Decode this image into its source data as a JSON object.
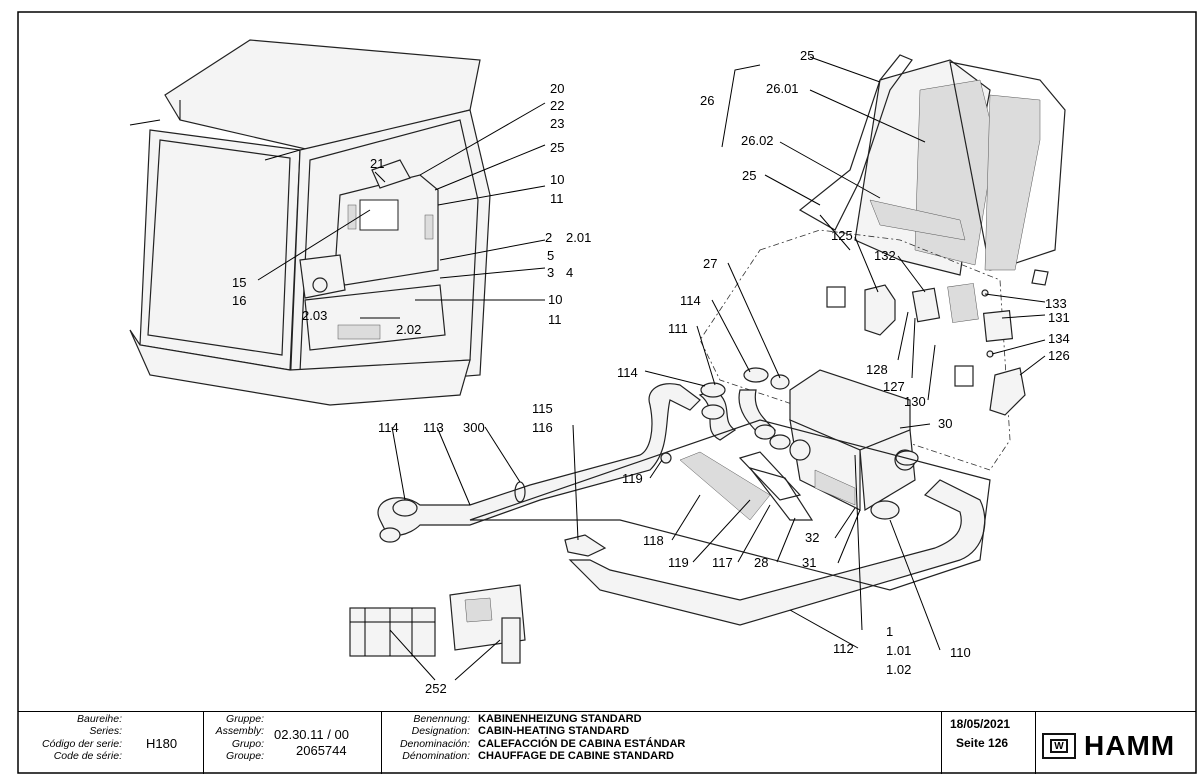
{
  "callouts": {
    "c20": "20",
    "c22": "22",
    "c23": "23",
    "c25a": "25",
    "c21": "21",
    "c10a": "10",
    "c11a": "11",
    "c2": "2",
    "c201": "2.01",
    "c5": "5",
    "c3": "3",
    "c4": "4",
    "c15": "15",
    "c16": "16",
    "c10b": "10",
    "c11b": "11",
    "c203": "2.03",
    "c202": "2.02",
    "c25b": "25",
    "c26": "26",
    "c2601": "26.01",
    "c2602": "26.02",
    "c25c": "25",
    "c125": "125",
    "c132": "132",
    "c133": "133",
    "c131": "131",
    "c134": "134",
    "c126": "126",
    "c27": "27",
    "c114a": "114",
    "c111": "111",
    "c128": "128",
    "c127": "127",
    "c130": "130",
    "c114b": "114",
    "c30": "30",
    "c115": "115",
    "c116": "116",
    "c114c": "114",
    "c113": "113",
    "c300": "300",
    "c119a": "119",
    "c118": "118",
    "c119b": "119",
    "c117": "117",
    "c28": "28",
    "c31": "31",
    "c32": "32",
    "c112": "112",
    "c1": "1",
    "c101": "1.01",
    "c102": "1.02",
    "c110": "110",
    "c252": "252"
  },
  "title_block": {
    "series_labels": [
      "Baureihe:",
      "Series:",
      "Código der serie:",
      "Code de série:"
    ],
    "series_value": "H180",
    "group_labels": [
      "Gruppe:",
      "Assembly:",
      "Grupo:",
      "Groupe:"
    ],
    "assembly_value": "02.30.11 / 00",
    "group_value": "2065744",
    "designation_labels": [
      "Benennung:",
      "Designation:",
      "Denominación:",
      "Dénomination:"
    ],
    "designations": [
      "KABINENHEIZUNG STANDARD",
      "CABIN-HEATING STANDARD",
      "CALEFACCIÓN DE CABINA ESTÁNDAR",
      "CHAUFFAGE DE CABINE STANDARD"
    ],
    "date": "18/05/2021",
    "page": "Seite 126",
    "brand": "HAMM",
    "logo_letter": "W"
  }
}
